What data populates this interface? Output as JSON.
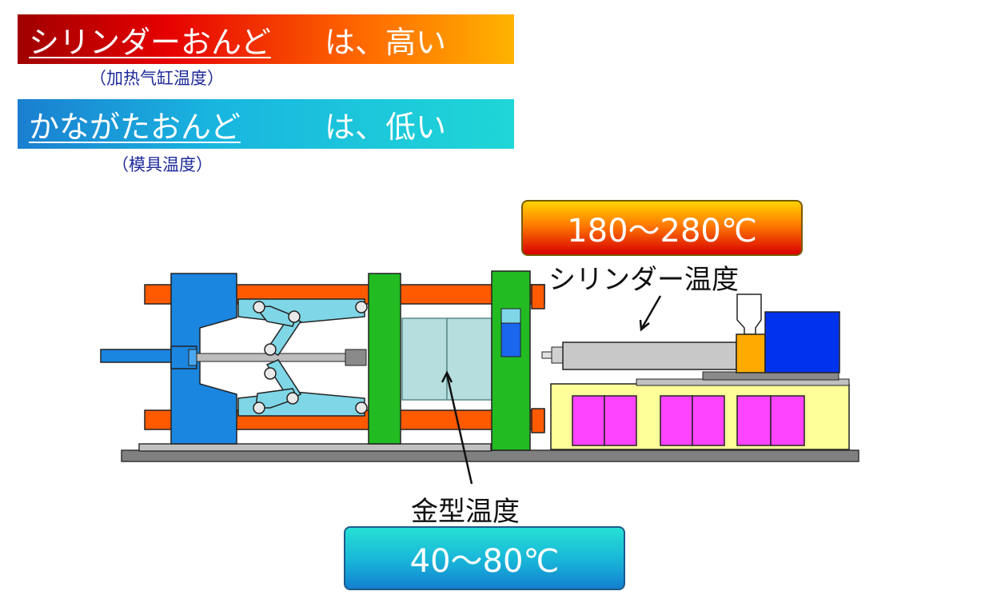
{
  "header": {
    "cylinder": {
      "term": "シリンダーおんど",
      "predicate": "は、高い",
      "note": "（加热气缸温度）"
    },
    "mold": {
      "term": "かながたおんど",
      "predicate": "は、低い",
      "note": "（模具温度）"
    }
  },
  "diagram": {
    "cylinder_temp_range": "180～280℃",
    "cylinder_temp_label": "シリンダー温度",
    "mold_temp_label": "金型温度",
    "mold_temp_range": "40～80℃"
  },
  "colors": {
    "hot_gradient": [
      "#a00000",
      "#e60000",
      "#ff6a00",
      "#ffb300"
    ],
    "cold_gradient": [
      "#1a7fd0",
      "#19b6e0",
      "#1fd6d6"
    ],
    "tie_bar": "#ff5a00",
    "platen_blue": "#1a86e0",
    "platen_green": "#22bb22",
    "mold": "#b6dedf",
    "cylinder": "#c8c8c8",
    "base": "#ffff99",
    "panel": "#ff44ff",
    "hopper": "#ffaa00",
    "motor": "#0033ee"
  }
}
